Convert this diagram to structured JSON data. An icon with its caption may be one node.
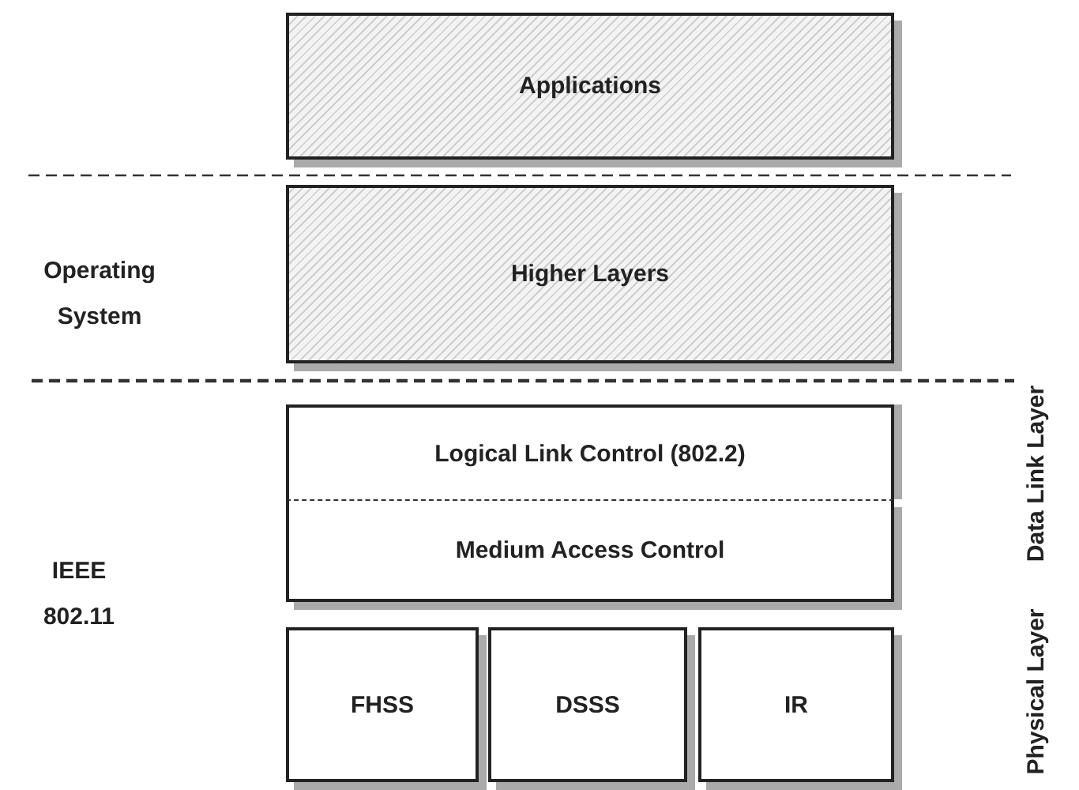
{
  "diagram": {
    "nodes": [
      {
        "text": [
          "Applications"
        ]
      },
      {
        "text": [
          "Higher Layers"
        ]
      },
      {
        "text": [
          "Logical Link Control (802.2)"
        ]
      },
      {
        "text": [
          "Medium Access Control"
        ]
      },
      {
        "text": [
          "FHSS"
        ]
      },
      {
        "text": [
          "DSSS"
        ]
      },
      {
        "text": [
          "IR"
        ]
      }
    ],
    "edges": [],
    "labels": [
      "Operating System",
      "IEEE 802.11",
      "Data Link Layer",
      "Physical Layer"
    ]
  }
}
